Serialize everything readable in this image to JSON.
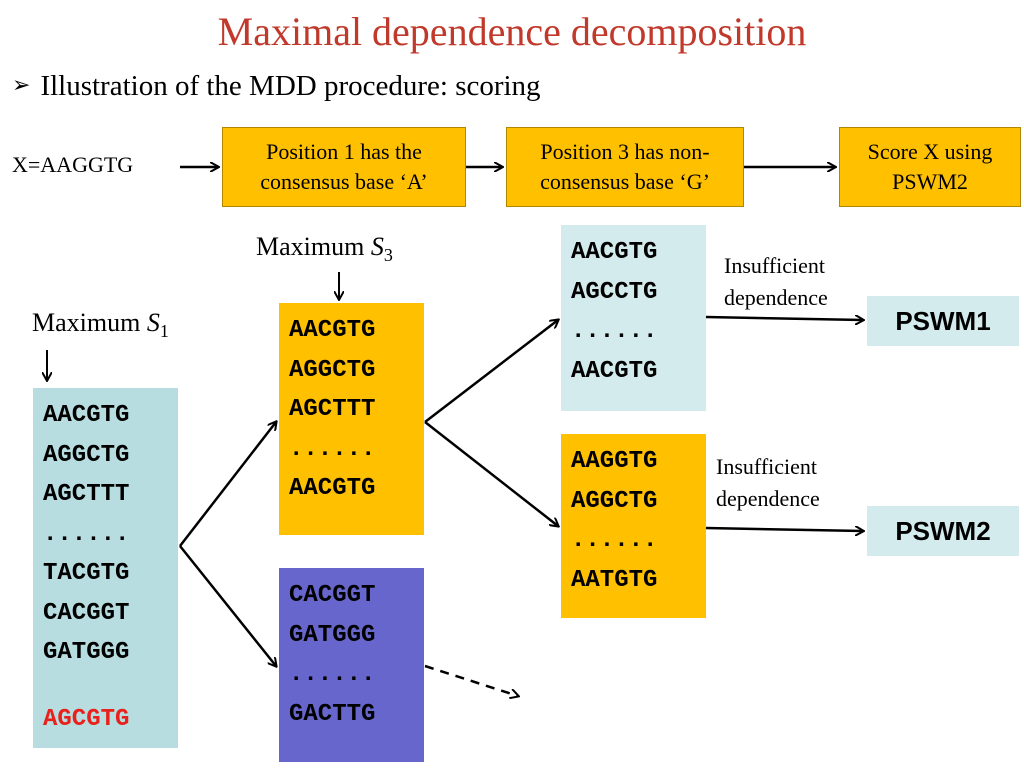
{
  "title": "Maximal dependence decomposition",
  "bullet": {
    "marker": "➢",
    "text": "Illustration of the MDD procedure: scoring"
  },
  "flow": {
    "input": "X=AAGGTG",
    "step1": [
      "Position 1 has the",
      "consensus base ‘A’"
    ],
    "step2": [
      "Position 3 has non-",
      "consensus base ‘G’"
    ],
    "step3": [
      "Score X using",
      "PSWM2"
    ]
  },
  "labels": {
    "max_s1_text": "Maximum ",
    "max_s1_var": "S",
    "max_s1_sub": "1",
    "max_s3_text": "Maximum ",
    "max_s3_var": "S",
    "max_s3_sub": "3",
    "insufficient1": [
      "Insufficient",
      "dependence"
    ],
    "insufficient2": [
      "Insufficient",
      "dependence"
    ]
  },
  "boxes": {
    "root": [
      "AACGTG",
      "AGGCTG",
      "AGCTTT",
      "......",
      "TACGTG",
      "CACGGT",
      "GATGGG",
      "AGCGTG"
    ],
    "middle_top": [
      "AACGTG",
      "AGGCTG",
      "AGCTTT",
      "......",
      "AACGTG"
    ],
    "middle_bottom": [
      "CACGGT",
      "GATGGG",
      "......",
      "GACTTG"
    ],
    "right_top": [
      "AACGTG",
      "AGCCTG",
      "......",
      "AACGTG"
    ],
    "right_bottom": [
      "AAGGTG",
      "AGGCTG",
      "......",
      "AATGTG"
    ]
  },
  "outputs": {
    "pswm1": "PSWM1",
    "pswm2": "PSWM2"
  },
  "colors": {
    "title": "#c0392b",
    "highlight": "#e8211c",
    "orange": "#ffc000",
    "cyan": "#b7dde0",
    "purple": "#6666cc"
  }
}
